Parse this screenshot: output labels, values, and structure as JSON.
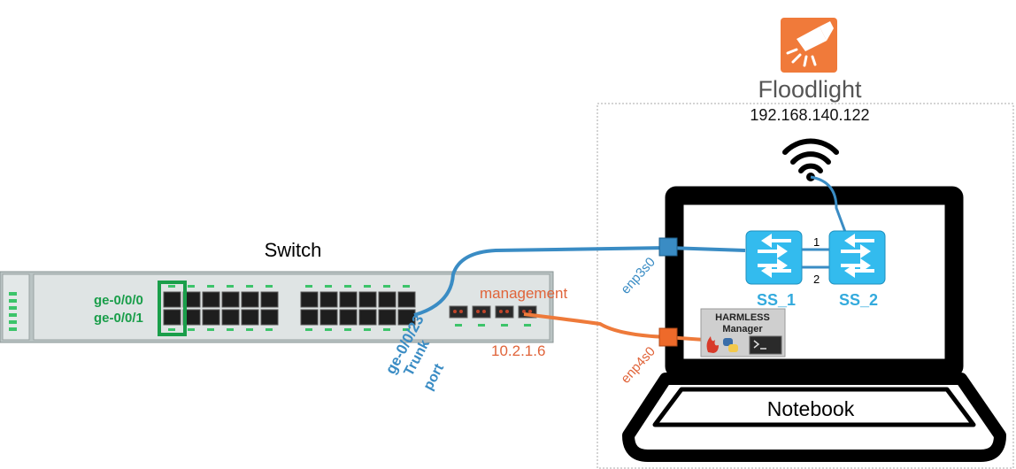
{
  "controller": {
    "name": "Floodlight",
    "ip": "192.168.140.122"
  },
  "switch": {
    "title": "Switch",
    "port_a": "ge-0/0/0",
    "port_b": "ge-0/0/1",
    "trunk_port": "ge-0/0/23",
    "trunk_word": "Trunk",
    "port_word": "port",
    "management_label": "management",
    "management_ip": "10.2.1.6"
  },
  "notebook": {
    "label": "Notebook",
    "iface_data": "enp3s0",
    "iface_mgmt": "enp4s0",
    "softswitch_1": "SS_1",
    "softswitch_2": "SS_2",
    "link_1": "1",
    "link_2": "2",
    "manager_line1": "HARMLESS",
    "manager_line2": "Manager"
  },
  "colors": {
    "blue_cable": "#3a8cc4",
    "orange_cable": "#e8703a",
    "port_green": "#1a9e4a",
    "floodlight_orange": "#f07a3a",
    "switch_icon": "#33bbee"
  }
}
